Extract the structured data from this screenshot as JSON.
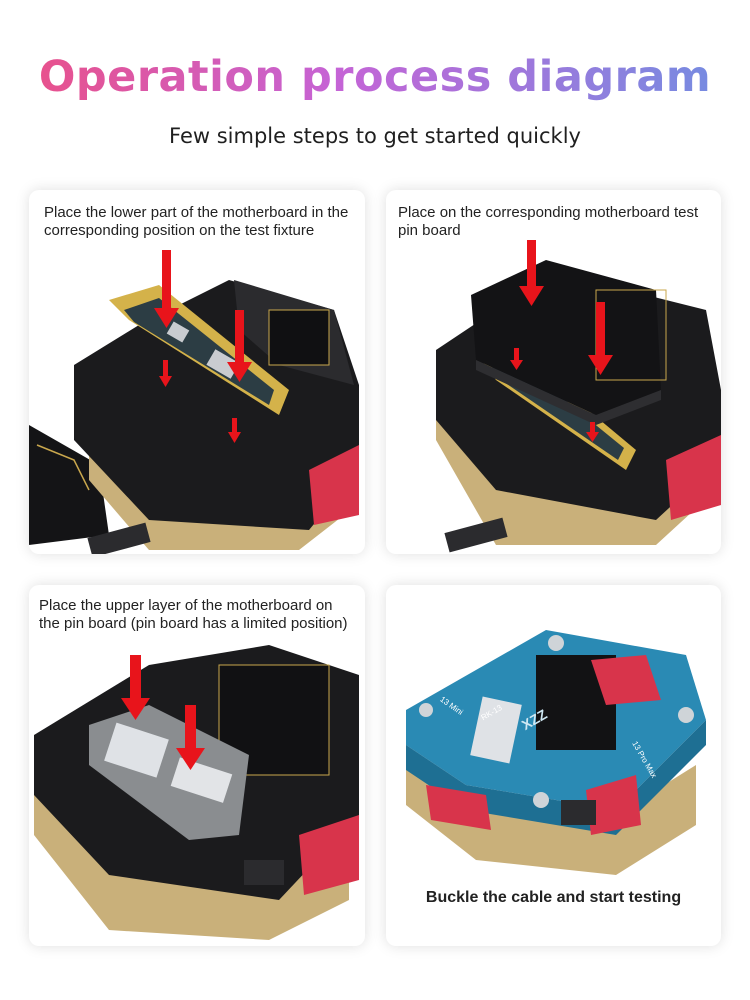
{
  "header": {
    "title": "Operation process diagram",
    "subtitle": "Few simple steps to get started quickly"
  },
  "steps": [
    {
      "caption": "Place the lower part of the motherboard in the corresponding position on the test fixture"
    },
    {
      "caption": "Place on the corresponding motherboard test pin board"
    },
    {
      "caption": "Place the upper layer of the motherboard on the pin board (pin board has a limited position)"
    },
    {
      "caption": "Buckle the cable and start testing"
    }
  ],
  "device_labels": {
    "brand": "XZZ",
    "model": "RK-13",
    "left_label": "13 Mini",
    "right_label": "13 Pro Max"
  },
  "colors": {
    "title_gradient": [
      "#ec4f84",
      "#c564d6",
      "#6f8fe2"
    ],
    "arrow": "#e8141b",
    "fixture_black": "#1b1b1d",
    "fixture_gold": "#c9b07a",
    "latch_red": "#d8344b",
    "fixture_blue": "#2a8ab4"
  }
}
